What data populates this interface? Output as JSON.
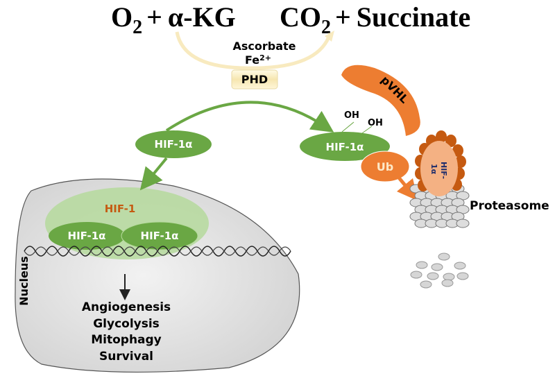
{
  "reaction": {
    "substrates": {
      "o2": "O",
      "o2_sub": "2",
      "plus": "+",
      "akg": "α-KG"
    },
    "products": {
      "co2": "CO",
      "co2_sub": "2",
      "plus": "+",
      "succinate": "Succinate"
    },
    "cofactor1": "Ascorbate",
    "cofactor2": "Fe",
    "cofactor2_sup": "2+"
  },
  "enzyme": "PHD",
  "hif_free": "HIF-1α",
  "hif_hydroxylated": {
    "label": "HIF-1α",
    "oh1": "OH",
    "oh2": "OH"
  },
  "pvhl": "pVHL",
  "ub": "Ub",
  "proteasome": {
    "label": "Proteasome",
    "substrate_line1": "HIF-",
    "substrate_line2": "1α"
  },
  "nucleus": {
    "label": "Nucleus",
    "complex": "HIF-1",
    "subunit1": "HIF-1α",
    "subunit2": "HIF-1α",
    "outcomes": [
      "Angiogenesis",
      "Glycolysis",
      "Mitophagy",
      "Survival"
    ]
  },
  "colors": {
    "green": "#6aa744",
    "orange": "#ed7d31",
    "cream": "#fbefc8",
    "hif1_text": "#c55a11",
    "navy": "#1f2d6b"
  }
}
